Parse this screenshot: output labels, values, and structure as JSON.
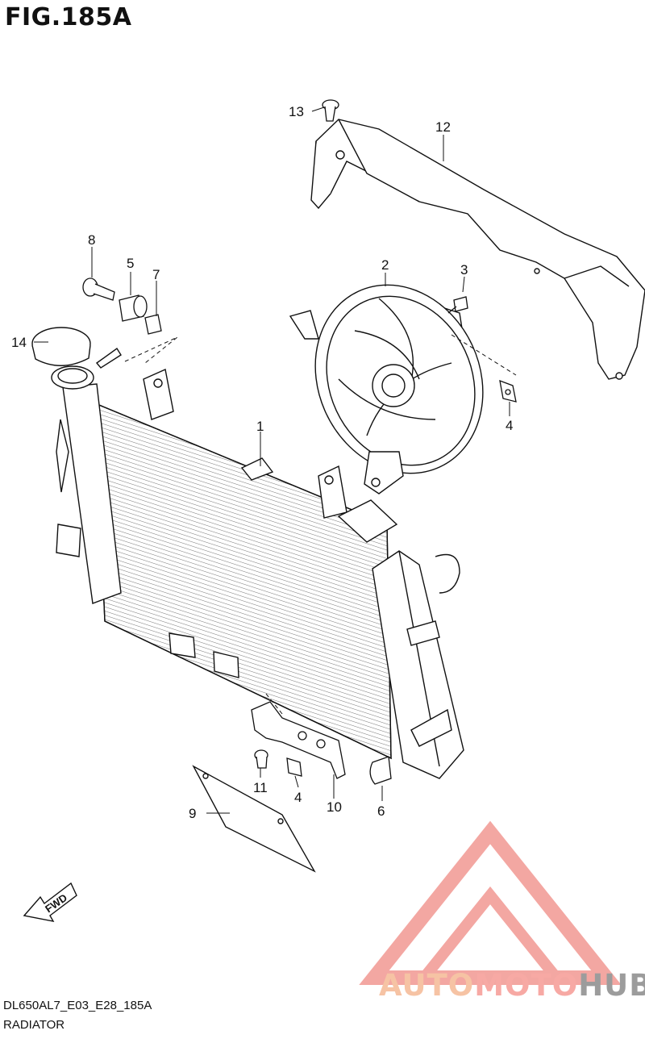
{
  "figure": {
    "title": "FIG.185A"
  },
  "callouts": {
    "p1": "1",
    "p2": "2",
    "p3": "3",
    "p4a": "4",
    "p4b": "4",
    "p5": "5",
    "p6": "6",
    "p7": "7",
    "p8": "8",
    "p9": "9",
    "p10": "10",
    "p11": "11",
    "p12": "12",
    "p13": "13",
    "p14": "14"
  },
  "fwd_marker": {
    "label": "FWD"
  },
  "footer": {
    "model_code": "DL650AL7_E03_E28_185A",
    "assembly_name": "RADIATOR"
  },
  "watermark": {
    "part1": "AUTO",
    "part2": "MOTO",
    "part3": "HUB",
    "colors": {
      "auto": "#f6c3a4",
      "moto": "#f7a9a4",
      "hub": "#9c9c9c",
      "triangle": "#f08a84"
    }
  }
}
